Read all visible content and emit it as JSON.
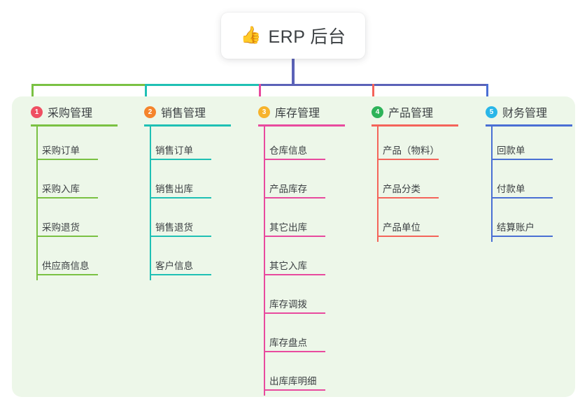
{
  "root": {
    "icon": "thumbs-up-icon",
    "icon_glyph": "👍",
    "title": "ERP 后台"
  },
  "palette": {
    "panel_bg": "#edf7e9",
    "root_stem": "#5b62b8",
    "bus_right": "#5b62b8",
    "text": "#3c4043"
  },
  "columns": [
    {
      "index": "1",
      "title": "采购管理",
      "badge_color": "#ef4f62",
      "line_color": "#7ac143",
      "leaves": [
        "采购订单",
        "采购入库",
        "采购退货",
        "供应商信息"
      ]
    },
    {
      "index": "2",
      "title": "销售管理",
      "badge_color": "#f5842c",
      "line_color": "#1fc0b4",
      "leaves": [
        "销售订单",
        "销售出库",
        "销售退货",
        "客户信息"
      ]
    },
    {
      "index": "3",
      "title": "库存管理",
      "badge_color": "#f7b32b",
      "line_color": "#e84a9e",
      "leaves": [
        "仓库信息",
        "产品库存",
        "其它出库",
        "其它入库",
        "库存调拨",
        "库存盘点",
        "出库库明细"
      ]
    },
    {
      "index": "4",
      "title": "产品管理",
      "badge_color": "#2eb359",
      "line_color": "#f4645a",
      "leaves": [
        "产品（物料）",
        "产品分类",
        "产品单位"
      ]
    },
    {
      "index": "5",
      "title": "财务管理",
      "badge_color": "#29b6e8",
      "line_color": "#4a6fd4",
      "leaves": [
        "回款单",
        "付款单",
        "结算账户"
      ]
    }
  ]
}
